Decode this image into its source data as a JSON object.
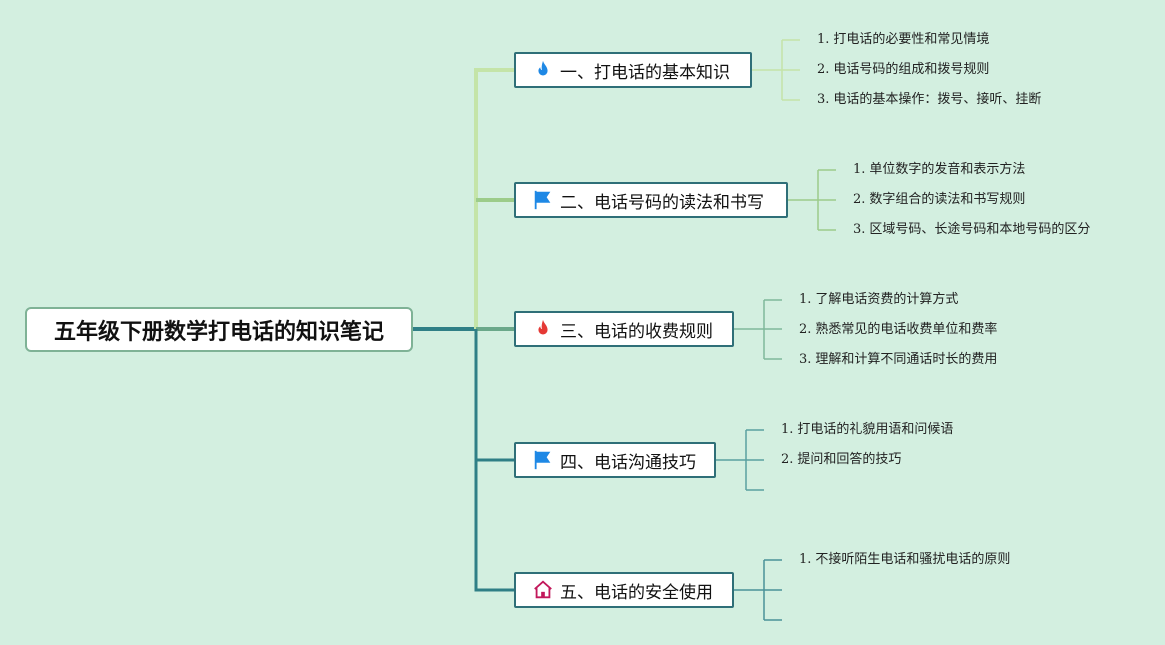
{
  "root": {
    "title": "五年级下册数学打电话的知识笔记"
  },
  "branches": [
    {
      "label": "一、打电话的基本知识",
      "icon": "fire-icon",
      "icon_color": "#1e88e5",
      "items": [
        "打电话的必要性和常见情境",
        "电话号码的组成和拨号规则",
        "电话的基本操作：拨号、接听、挂断"
      ]
    },
    {
      "label": "二、电话号码的读法和书写",
      "icon": "flag-icon",
      "icon_color": "#1e88e5",
      "items": [
        "单位数字的发音和表示方法",
        "数字组合的读法和书写规则",
        "区域号码、长途号码和本地号码的区分"
      ]
    },
    {
      "label": "三、电话的收费规则",
      "icon": "fire-icon",
      "icon_color": "#e53935",
      "items": [
        "了解电话资费的计算方式",
        "熟悉常见的电话收费单位和费率",
        "理解和计算不同通话时长的费用"
      ]
    },
    {
      "label": "四、电话沟通技巧",
      "icon": "flag-icon",
      "icon_color": "#1e88e5",
      "items": [
        "打电话的礼貌用语和问候语",
        "提问和回答的技巧"
      ]
    },
    {
      "label": "五、电话的安全使用",
      "icon": "home-icon",
      "icon_color": "#c2185b",
      "items": [
        "不接听陌生电话和骚扰电话的原则"
      ]
    }
  ],
  "item_numbers": [
    "1.",
    "2.",
    "3."
  ],
  "colors": {
    "background": "#d3efe0",
    "line_light": "#b9df9e",
    "line_mid": "#8fc79a",
    "line_dark": "#2f7f86"
  }
}
